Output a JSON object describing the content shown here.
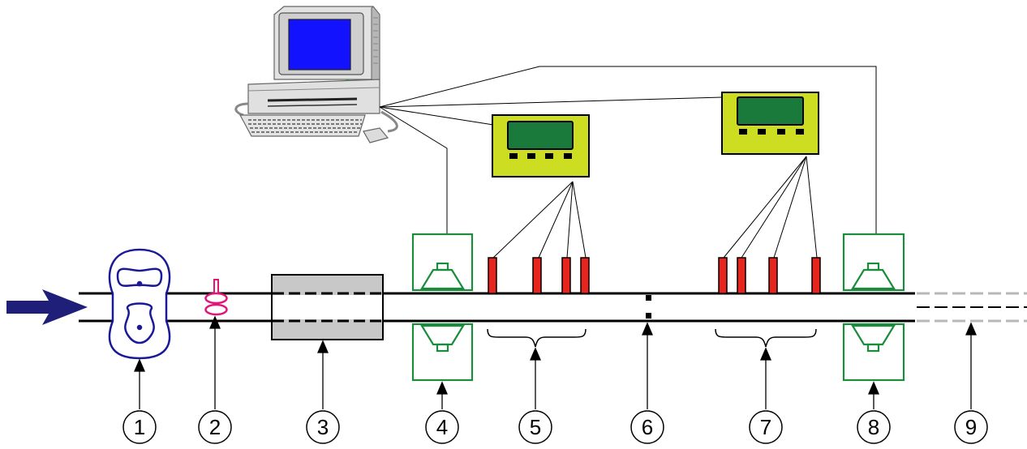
{
  "colors": {
    "pump": "#1a1a99",
    "flow_arrow": "#1f1f7a",
    "sensor": "#e8e8e8",
    "clamp_magenta": "#e0157a",
    "speaker_green": "#1a8c3c",
    "transducer_red": "#e8251d",
    "analyzer_body": "#ccdd22",
    "analyzer_screen": "#1a7a3c",
    "pipe": "#000000",
    "bypass_dash": "#b8b8b8",
    "filter_box": "#c8c8c8",
    "monitor_screen": "#1212ff"
  },
  "icons": {
    "computer": "desktop-computer-icon",
    "pump": "lobe-pump-icon",
    "flow": "flow-direction-arrow-icon",
    "clamp": "pipe-clamp-icon",
    "speaker": "loudspeaker-icon",
    "analyzer": "analyzer-unit-icon"
  },
  "labels": [
    "1",
    "2",
    "3",
    "4",
    "5",
    "6",
    "7",
    "8",
    "9"
  ]
}
